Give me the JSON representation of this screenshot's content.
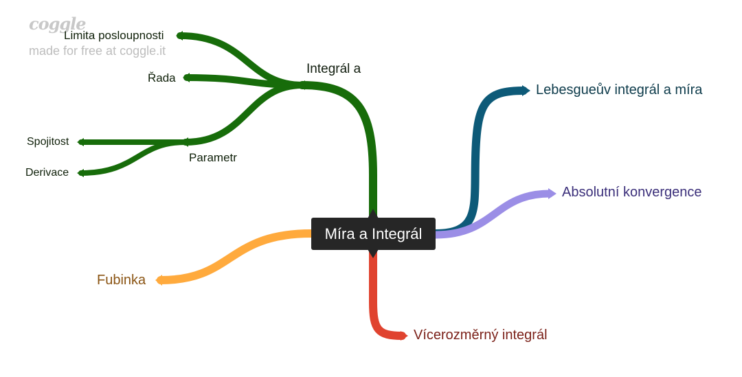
{
  "watermark": {
    "logo": "coggle",
    "text": "made for free at coggle.it"
  },
  "root": {
    "label": "Míra a Integrál"
  },
  "branches": {
    "integral": {
      "label": "Integrál a",
      "color": "#176c0a",
      "children": {
        "limita": "Limita posloupnosti",
        "rada": "Řada",
        "parametr": {
          "label": "Parametr",
          "children": {
            "spojitost": "Spojitost",
            "derivace": "Derivace"
          }
        }
      }
    },
    "lebesgue": {
      "label": "Lebesgueův integrál a míra",
      "color": "#0d5a78",
      "text_color": "#0c3a4a"
    },
    "absolutni": {
      "label": "Absolutní konvergence",
      "color": "#9b8ee6",
      "text_color": "#3b2f7a"
    },
    "fubinka": {
      "label": "Fubinka",
      "color": "#ffaa3d",
      "text_color": "#8a5413"
    },
    "vicerozmerny": {
      "label": "Vícerozměrný integrál",
      "color": "#e0432f",
      "text_color": "#7a1f17"
    }
  }
}
